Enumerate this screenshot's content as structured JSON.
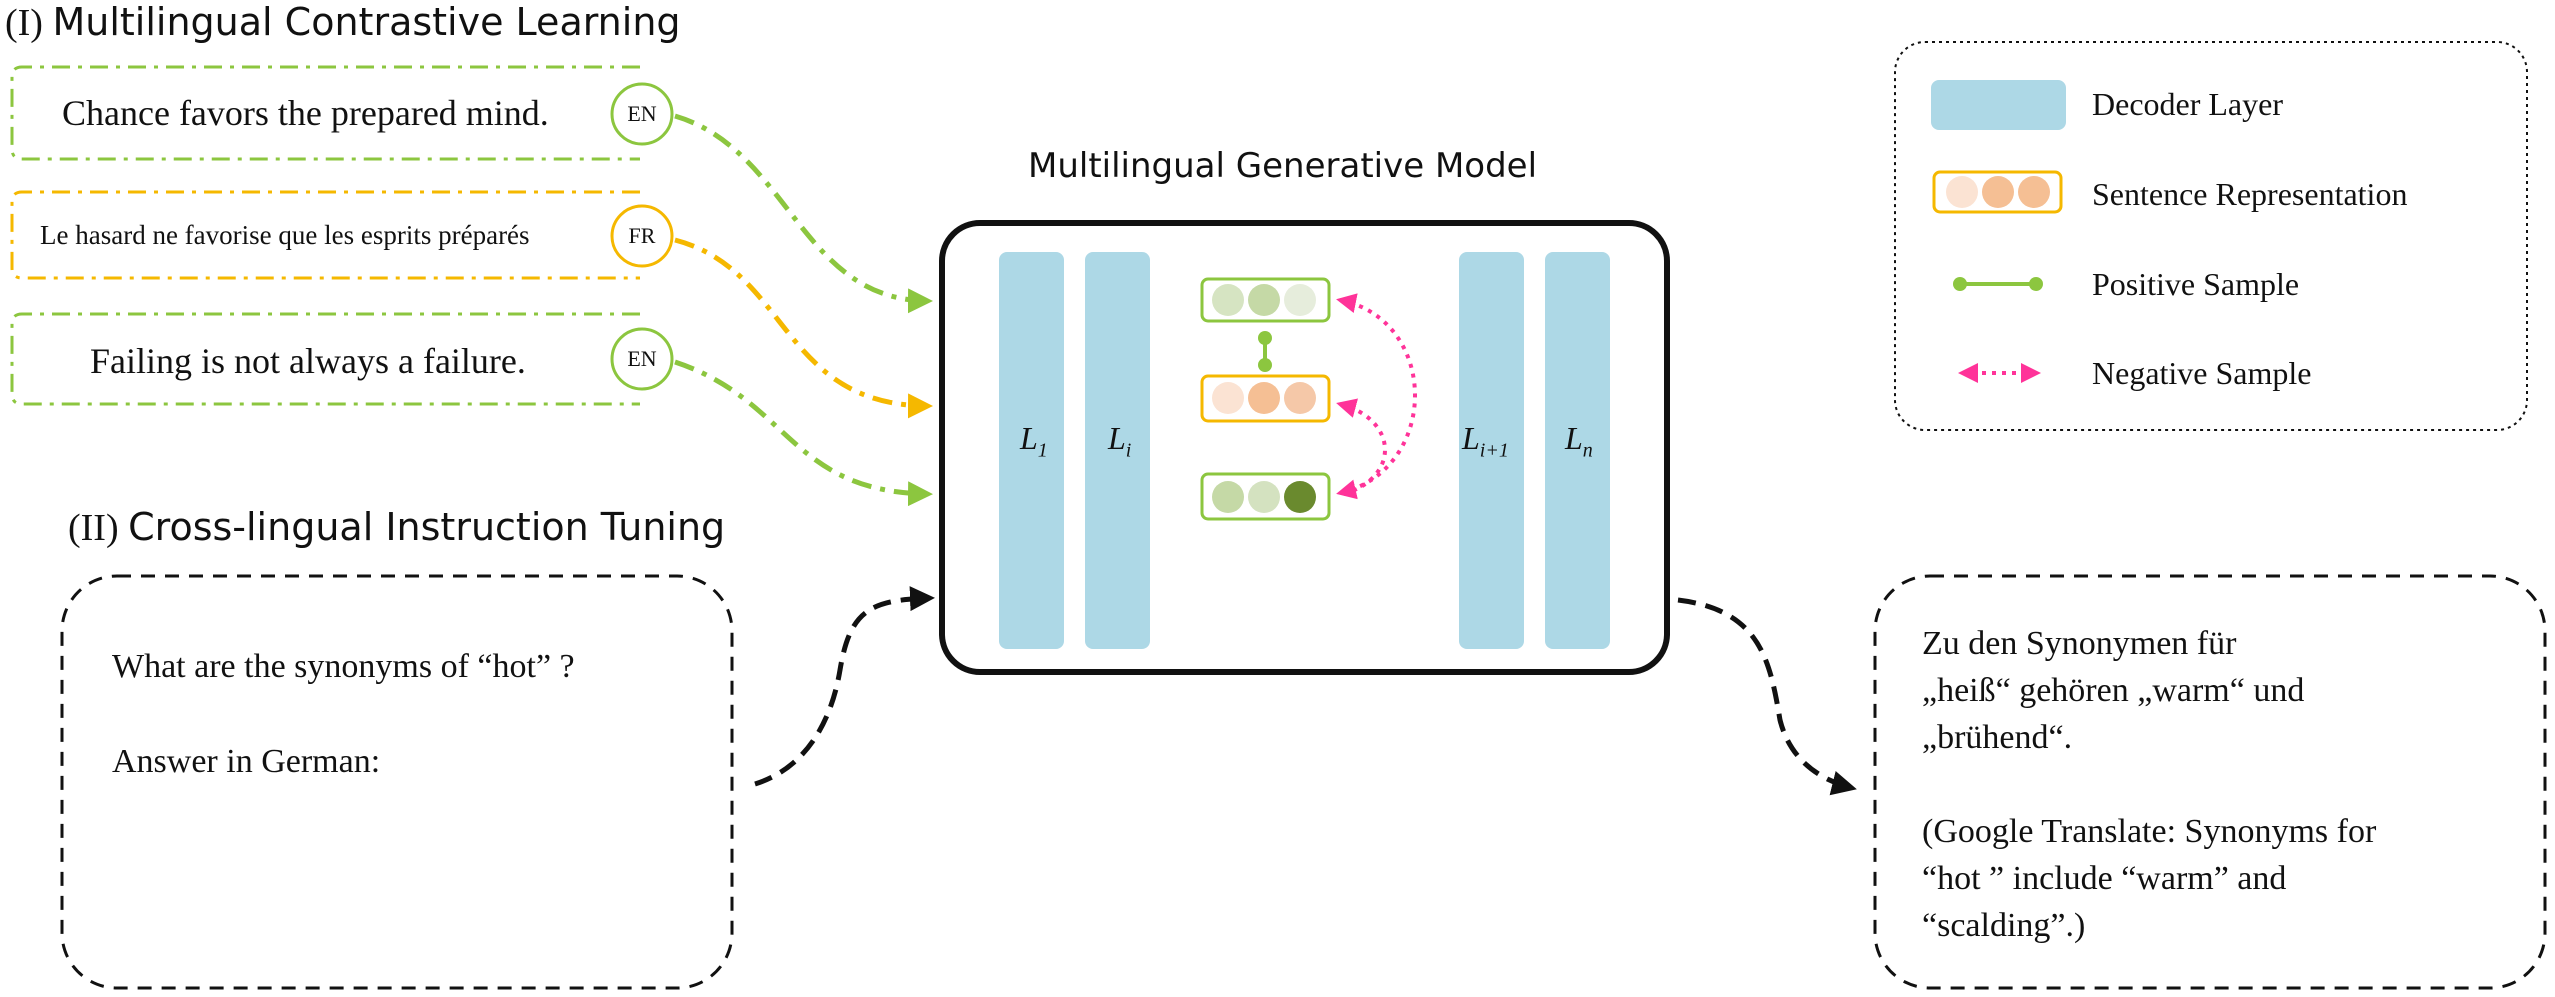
{
  "section1": {
    "number": "(I)",
    "title": "Multilingual Contrastive Learning"
  },
  "section2": {
    "number": "(II)",
    "title": "Cross-lingual Instruction Tuning"
  },
  "sentences": [
    {
      "text": "Chance favors the prepared mind.",
      "lang": "EN",
      "color": "#8cc63f"
    },
    {
      "text": "Le hasard ne favorise que les esprits préparés",
      "lang": "FR",
      "color": "#f5b800"
    },
    {
      "text": "Failing is not always a failure.",
      "lang": "EN",
      "color": "#8cc63f"
    }
  ],
  "model": {
    "title": "Multilingual Generative Model",
    "layers": [
      {
        "base": "L",
        "sub": "1"
      },
      {
        "base": "L",
        "sub": "i"
      },
      {
        "base": "L",
        "sub": "i+1"
      },
      {
        "base": "L",
        "sub": "n"
      }
    ],
    "layer_color": "#add8e6"
  },
  "legend": {
    "decoder_layer": "Decoder Layer",
    "sentence_representation": "Sentence Representation",
    "positive_sample": "Positive Sample",
    "negative_sample": "Negative Sample"
  },
  "instruction": {
    "line1": "What are the synonyms of “hot” ?",
    "line2": "Answer in German:"
  },
  "output": {
    "lines": [
      "Zu den Synonymen für",
      "„heiß“ gehören „warm“ und",
      "„brühend“.",
      "",
      "(Google Translate: Synonyms for",
      "“hot ” include “warm” and",
      "“scalding”.)"
    ]
  },
  "colors": {
    "green": "#8cc63f",
    "yellow": "#f5b800",
    "pink": "#ff3399",
    "dark_green": "#6a8a2e",
    "light_green": "#c5d9a6",
    "light_orange": "#f5bf94",
    "pale_orange": "#fbe3d3"
  }
}
